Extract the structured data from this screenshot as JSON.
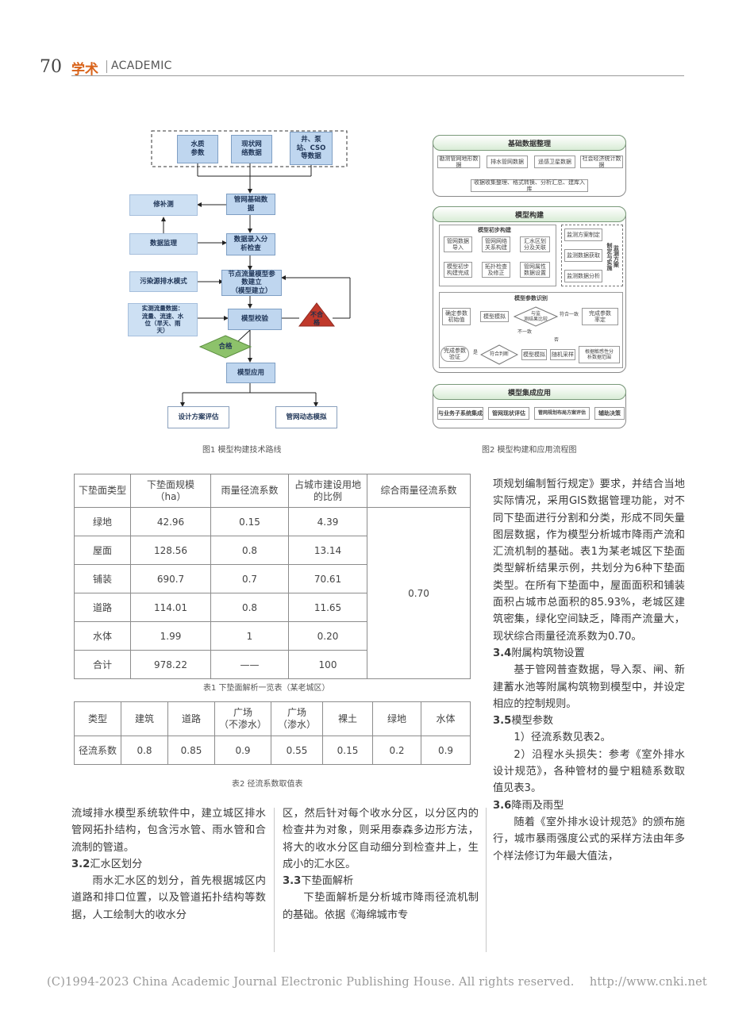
{
  "header": {
    "page_number": "70",
    "section_cn": "学术",
    "section_en": "ACADEMIC"
  },
  "figure1": {
    "caption": "图1 模型构建技术路线",
    "inputs": [
      "水质\n参数",
      "现状网\n络数据",
      "井、泵\n站、CSO\n等数据"
    ],
    "main_flow": [
      "管网基础数\n据",
      "数据录入分\n析检查",
      "节点流量模型参\n数建立\n（模型建立）",
      "模型校验",
      "模型应用"
    ],
    "side_boxes": [
      "修补测",
      "数据监理",
      "污染源排水模式",
      "实测流量数据：\n流量、流速、水\n位（旱天、雨\n天）"
    ],
    "fail_label": "不合\n格",
    "pass_label": "合格",
    "outputs": [
      "设计方案评估",
      "管网动态模拟"
    ]
  },
  "figure2": {
    "caption": "图2 模型构建和应用流程图",
    "sections": [
      "基础数据整理",
      "模型构建",
      "模型集成应用"
    ],
    "data_items": [
      "勘测管网地形数据",
      "排水管网数据",
      "遥感卫星数据",
      "社会经济统计数据"
    ],
    "data_merge": "收据收集整理、格式转换、分析汇总、建库入库",
    "initial_build_title": "模型初步构建",
    "initial_build_items": [
      "管网数据\n导入",
      "管网网络\n关系构建",
      "汇水区划\n分及关联",
      "模型初步\n构建完成",
      "拓扑检查\n及修正",
      "管网属性\n数据设置"
    ],
    "monitor_title": "监测方案\n制定与实施",
    "monitor_items": [
      "监测方案制定",
      "监测数据获取",
      "监测数据分析"
    ],
    "calibration_title": "模型参数识别",
    "calibration_items": [
      "确定参数\n初始值",
      "模型模拟",
      "与监\n测结果比较",
      "完成参数\n率定",
      "模型模拟",
      "随机采样",
      "根据敏感性分\n析数据范围",
      "完成参数\n验证"
    ],
    "calibration_labels": [
      "符合一致",
      "不一致",
      "否",
      "是",
      "符合判断"
    ],
    "app_items": [
      "与业务子系统集成",
      "管网现状评估",
      "管网规划布局方案评估",
      "辅助决策"
    ]
  },
  "table1": {
    "caption": "表1 下垫面解析一览表（某老城区）",
    "headers": [
      "下垫面类型",
      "下垫面规模\n（ha）",
      "雨量径流系数",
      "占城市建设用地\n的比例",
      "综合雨量径流系数"
    ],
    "rows": [
      [
        "绿地",
        "42.96",
        "0.15",
        "4.39"
      ],
      [
        "屋面",
        "128.56",
        "0.8",
        "13.14"
      ],
      [
        "铺装",
        "690.7",
        "0.7",
        "70.61"
      ],
      [
        "道路",
        "114.01",
        "0.8",
        "11.65"
      ],
      [
        "水体",
        "1.99",
        "1",
        "0.20"
      ],
      [
        "合计",
        "978.22",
        "——",
        "100"
      ]
    ],
    "merged_value": "0.70"
  },
  "table2": {
    "caption": "表2 径流系数取值表",
    "headers": [
      "类型",
      "建筑",
      "道路",
      "广场\n（不渗水）",
      "广场\n（渗水）",
      "裸土",
      "绿地",
      "水体"
    ],
    "row": [
      "径流系数",
      "0.8",
      "0.85",
      "0.9",
      "0.55",
      "0.15",
      "0.2",
      "0.9"
    ]
  },
  "col_right": {
    "p1": "项规划编制暂行规定》要求，并结合当地实际情况，采用GIS数据管理功能，对不同下垫面进行分割和分类，形成不同矢量图层数据，作为模型分析城市降雨产流和汇流机制的基础。表1为某老城区下垫面类型解析结果示例，共划分为6种下垫面类型。在所有下垫面中，屋面面积和铺装面积占城市总面积的85.93%，老城区建筑密集，绿化空间缺乏，降雨产流量大，现状综合雨量径流系数为0.70。",
    "h1_num": "3.4",
    "h1_text": "附属构筑物设置",
    "p2": "基于管网普查数据，导入泵、闸、新建蓄水池等附属构筑物到模型中，并设定相应的控制规则。",
    "h2_num": "3.5",
    "h2_text": "模型参数",
    "p3": "1）径流系数见表2。",
    "p4": "2）沿程水头损失：参考《室外排水设计规范》，各种管材的曼宁粗糙系数取值见表3。",
    "h3_num": "3.6",
    "h3_text": "降雨及雨型",
    "p5": "随着《室外排水设计规范》的颁布施行，城市暴雨强度公式的采样方法由年多个样法修订为年最大值法，"
  },
  "col_left": {
    "p1": "流域排水模型系统软件中，建立城区排水管网拓扑结构，包含污水管、雨水管和合流制的管道。",
    "h1_num": "3.2",
    "h1_text": "汇水区划分",
    "p2": "雨水汇水区的划分，首先根据城区内道路和排口位置，以及管道拓扑结构等数据，人工绘制大的收水分"
  },
  "col_mid": {
    "p1": "区，然后针对每个收水分区，以分区内的检查井为对象，则采用泰森多边形方法，将大的收水分区自动细分到检查井上，生成小的汇水区。",
    "h1_num": "3.3",
    "h1_text": "下垫面解析",
    "p2": "下垫面解析是分析城市降雨径流机制的基础。依据《海绵城市专"
  },
  "copyright": "(C)1994-2023 China Academic Journal Electronic Publishing House. All rights reserved.    http://www.cnki.net"
}
